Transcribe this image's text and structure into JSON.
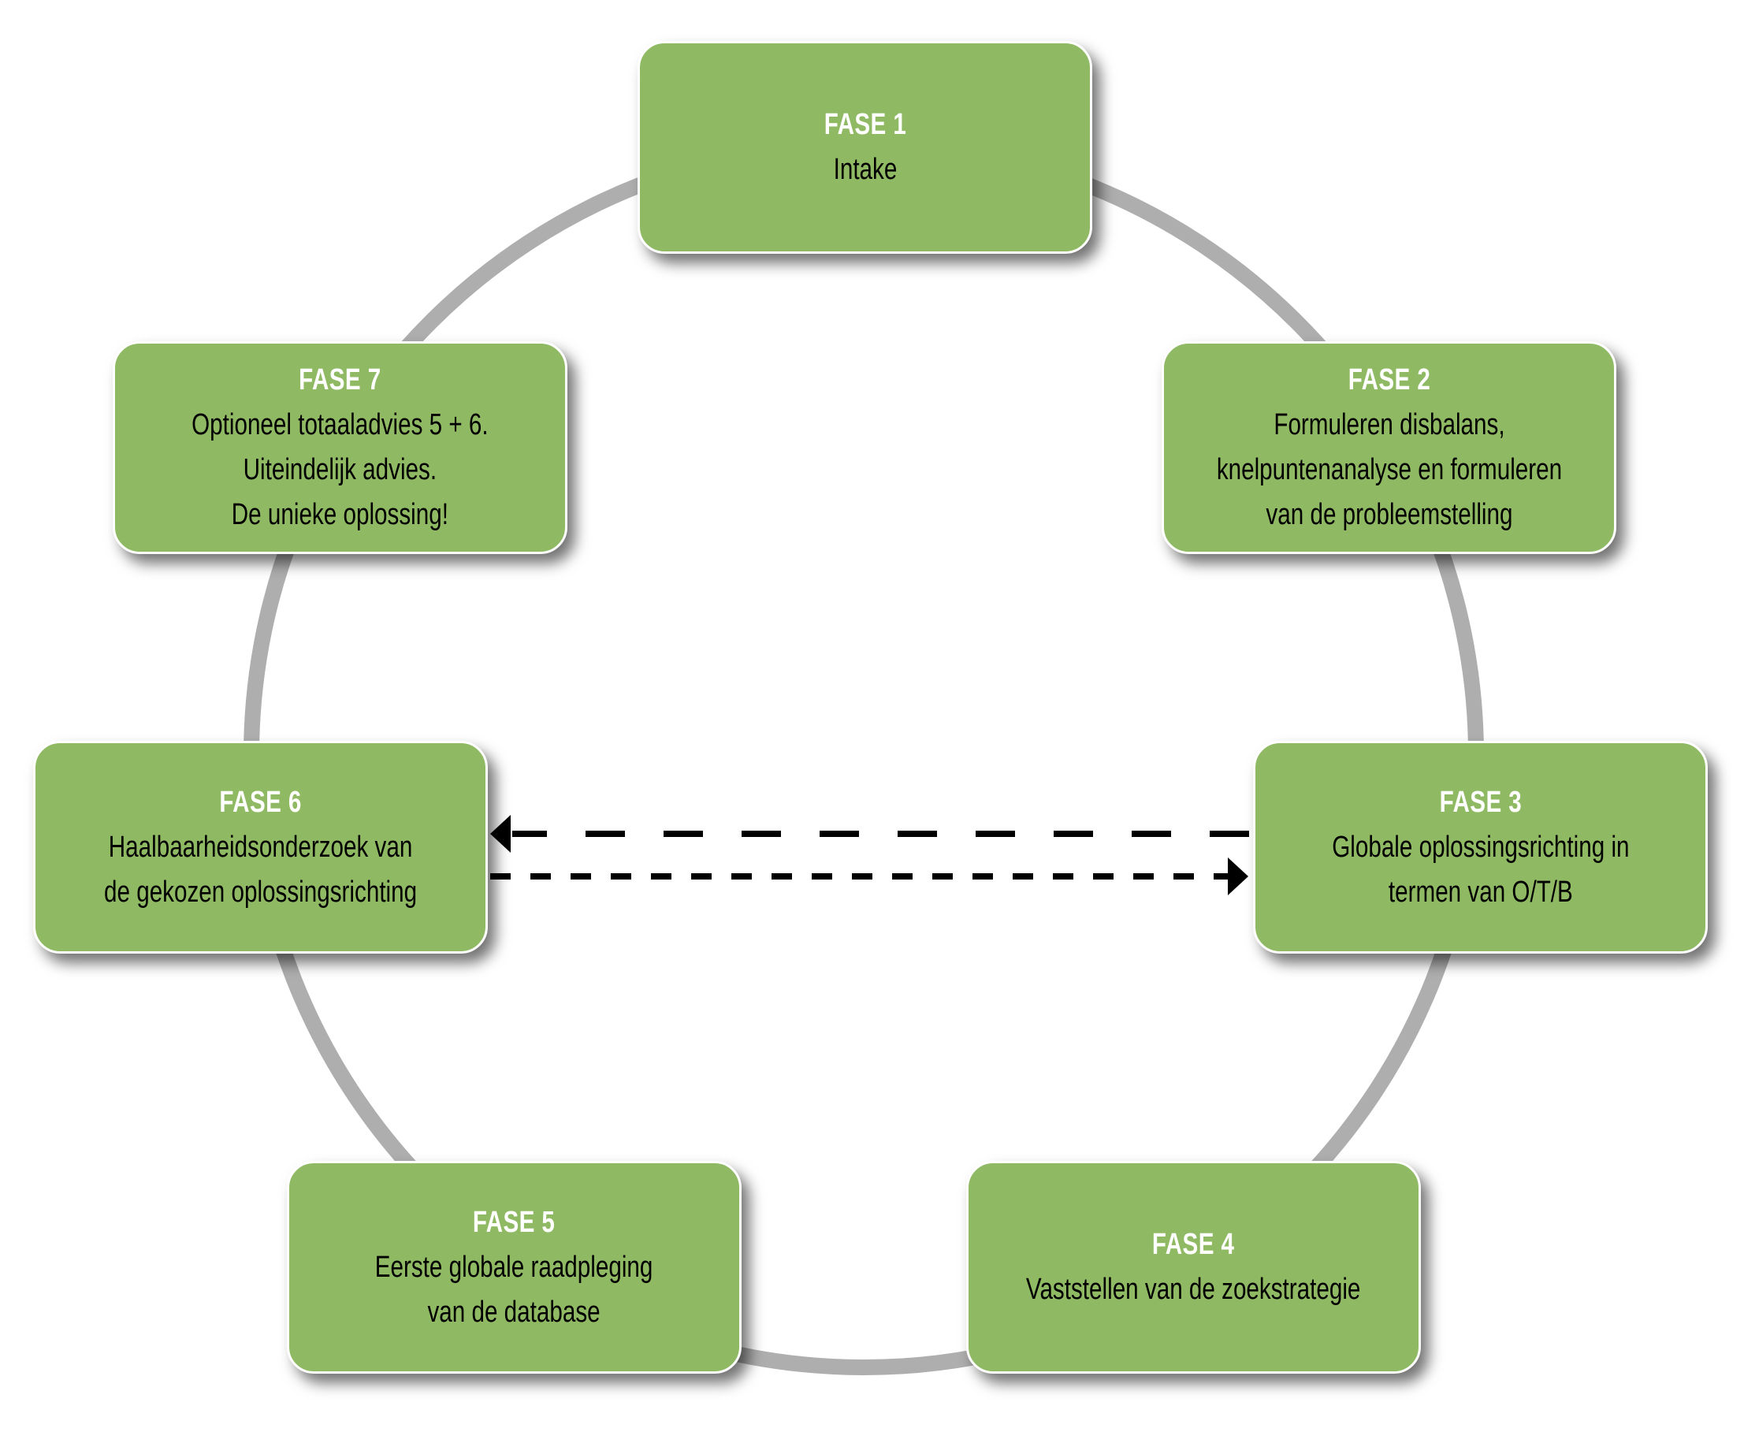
{
  "diagram": {
    "type": "cycle",
    "colors": {
      "box_fill": "#8fba63",
      "box_border": "#ffffff",
      "title_text": "#ffffff",
      "body_text": "#000000",
      "ring": "#aeaeae",
      "arrows": "#000000"
    },
    "phases": [
      {
        "id": 1,
        "title": "FASE 1",
        "lines": [
          "Intake"
        ]
      },
      {
        "id": 2,
        "title": "FASE 2",
        "lines": [
          "Formuleren disbalans,",
          "knelpuntenanalyse en formuleren",
          "van de probleemstelling"
        ]
      },
      {
        "id": 3,
        "title": "FASE 3",
        "lines": [
          "Globale oplossingsrichting in",
          "termen van O/T/B"
        ]
      },
      {
        "id": 4,
        "title": "FASE 4",
        "lines": [
          "Vaststellen van de zoekstrategie"
        ]
      },
      {
        "id": 5,
        "title": "FASE 5",
        "lines": [
          "Eerste globale raadpleging",
          "van de database"
        ]
      },
      {
        "id": 6,
        "title": "FASE 6",
        "lines": [
          "Haalbaarheidsonderzoek van",
          "de gekozen oplossingsrichting"
        ]
      },
      {
        "id": 7,
        "title": "FASE 7",
        "lines": [
          "Optioneel totaaladvies 5 + 6.",
          "Uiteindelijk advies.",
          "De unieke oplossing!"
        ]
      }
    ],
    "connectors": [
      {
        "from": "FASE 3",
        "to": "FASE 6",
        "style": "long-dash",
        "arrowhead": "end"
      },
      {
        "from": "FASE 6",
        "to": "FASE 3",
        "style": "short-dash",
        "arrowhead": "end"
      }
    ]
  }
}
